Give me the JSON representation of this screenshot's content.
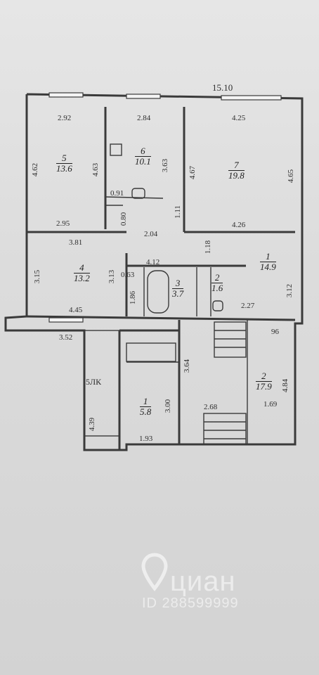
{
  "plan": {
    "overall_width": "15.10",
    "rooms": [
      {
        "id": "room-5",
        "number": "5",
        "area": "13.6"
      },
      {
        "id": "room-6",
        "number": "6",
        "area": "10.1"
      },
      {
        "id": "room-7",
        "number": "7",
        "area": "19.8"
      },
      {
        "id": "room-4",
        "number": "4",
        "area": "13.2"
      },
      {
        "id": "room-3",
        "number": "3",
        "area": "3.7"
      },
      {
        "id": "room-2a",
        "number": "2",
        "area": "1.6"
      },
      {
        "id": "room-1a",
        "number": "1",
        "area": "14.9"
      },
      {
        "id": "room-1b",
        "number": "1",
        "area": "5.8"
      },
      {
        "id": "room-2b",
        "number": "2",
        "area": "17.9"
      }
    ],
    "dimensions": {
      "d_292": "2.92",
      "d_284": "2.84",
      "d_425": "4.25",
      "d_462": "4.62",
      "d_463": "4.63",
      "d_363": "3.63",
      "d_467": "4.67",
      "d_465": "4.65",
      "d_091": "0.91",
      "d_080": "0.80",
      "d_111": "1.11",
      "d_295": "2.95",
      "d_204": "2.04",
      "d_426": "4.26",
      "d_381": "3.81",
      "d_118": "1.18",
      "d_315": "3.15",
      "d_313": "3.13",
      "d_063": "0.63",
      "d_412": "4.12",
      "d_186": "1.86",
      "d_312": "3.12",
      "d_227": "2.27",
      "d_445": "4.45",
      "d_96": "96",
      "d_352": "3.52",
      "d_364": "3.64",
      "d_484": "4.84",
      "d_300": "3.00",
      "d_268": "2.68",
      "d_169": "1.69",
      "d_439": "4.39",
      "d_193": "1.93"
    },
    "balcony_label": "5ЛК"
  },
  "watermark": {
    "brand": "циан",
    "id_text": "ID 288599999"
  }
}
